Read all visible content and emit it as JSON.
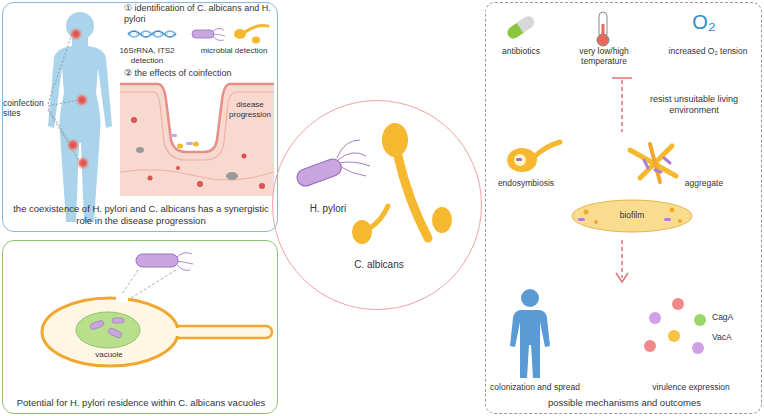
{
  "diagram": {
    "nodes": [
      {
        "text": [
          "the coexistence of H. pylori and C. albicans has a synergistic role in the disease progression"
        ]
      },
      {
        "text": [
          "Potential for H. pylori residence within C. albicans vacuoles"
        ]
      },
      {
        "text": [
          "H. pylori",
          "C. albicans"
        ]
      },
      {
        "text": [
          "possible mechanisms and outcomes"
        ]
      }
    ],
    "labels": [
      "① identification of C. albicans and H. pylori",
      "16SrRNA, ITS2 detection",
      "microbial detection",
      "coinfection sites",
      "② the effects of coinfection",
      "disease progression",
      "vacuole",
      "antibiotics",
      "very low/high temperature",
      "O₂",
      "increased O₂ tension",
      "resist unsuitable living environment",
      "endosymbiosis",
      "aggregate",
      "biofilm",
      "colonization and spread",
      "virulence expression",
      "CagA",
      "VacA"
    ]
  }
}
